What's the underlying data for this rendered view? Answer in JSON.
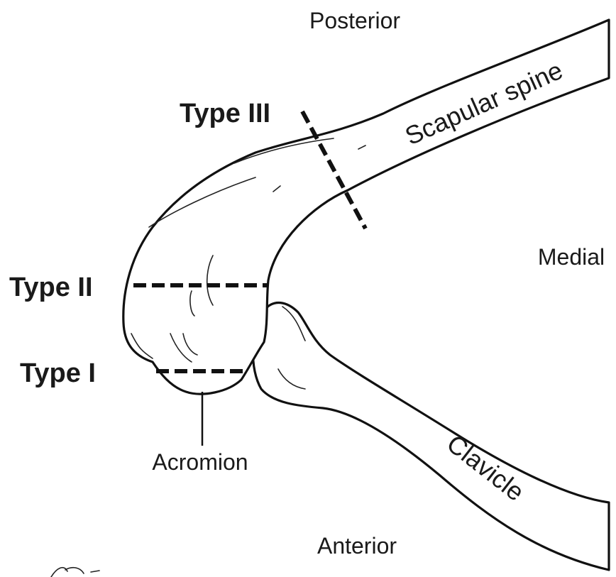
{
  "orientation": {
    "posterior": "Posterior",
    "anterior": "Anterior",
    "medial": "Medial"
  },
  "types": {
    "type_iii": "Type III",
    "type_ii": "Type II",
    "type_i": "Type I"
  },
  "structures": {
    "scapular_spine": "Scapular spine",
    "clavicle": "Clavicle",
    "acromion": "Acromion"
  }
}
